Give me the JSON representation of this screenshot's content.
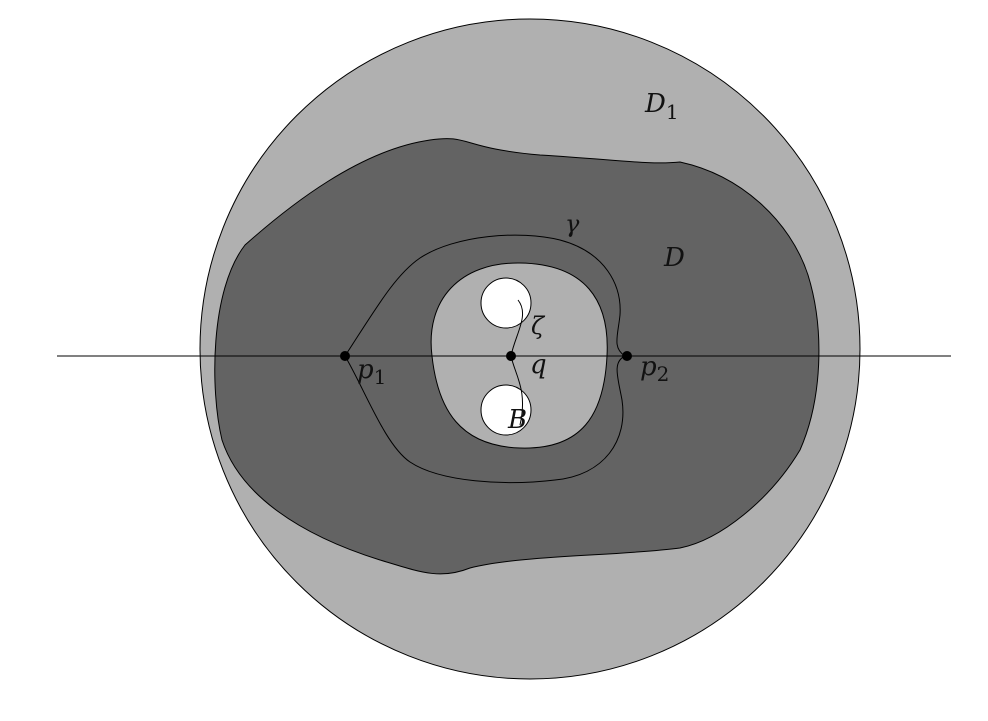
{
  "labels": {
    "outer_region": {
      "main": "D",
      "sub": "1"
    },
    "region": {
      "main": "D"
    },
    "curve": {
      "main": "γ"
    },
    "path": {
      "main": "ζ"
    },
    "center_point": {
      "main": "q"
    },
    "hole": {
      "main": "B"
    },
    "left_point": {
      "main": "p",
      "sub": "1"
    },
    "right_point": {
      "main": "p",
      "sub": "2"
    }
  },
  "colors": {
    "background": "#ffffff",
    "outer_disk": "#b0b0b0",
    "dark_region": "#636363",
    "inner_region": "#b0b0b0",
    "holes": "#ffffff",
    "stroke": "#000000"
  }
}
